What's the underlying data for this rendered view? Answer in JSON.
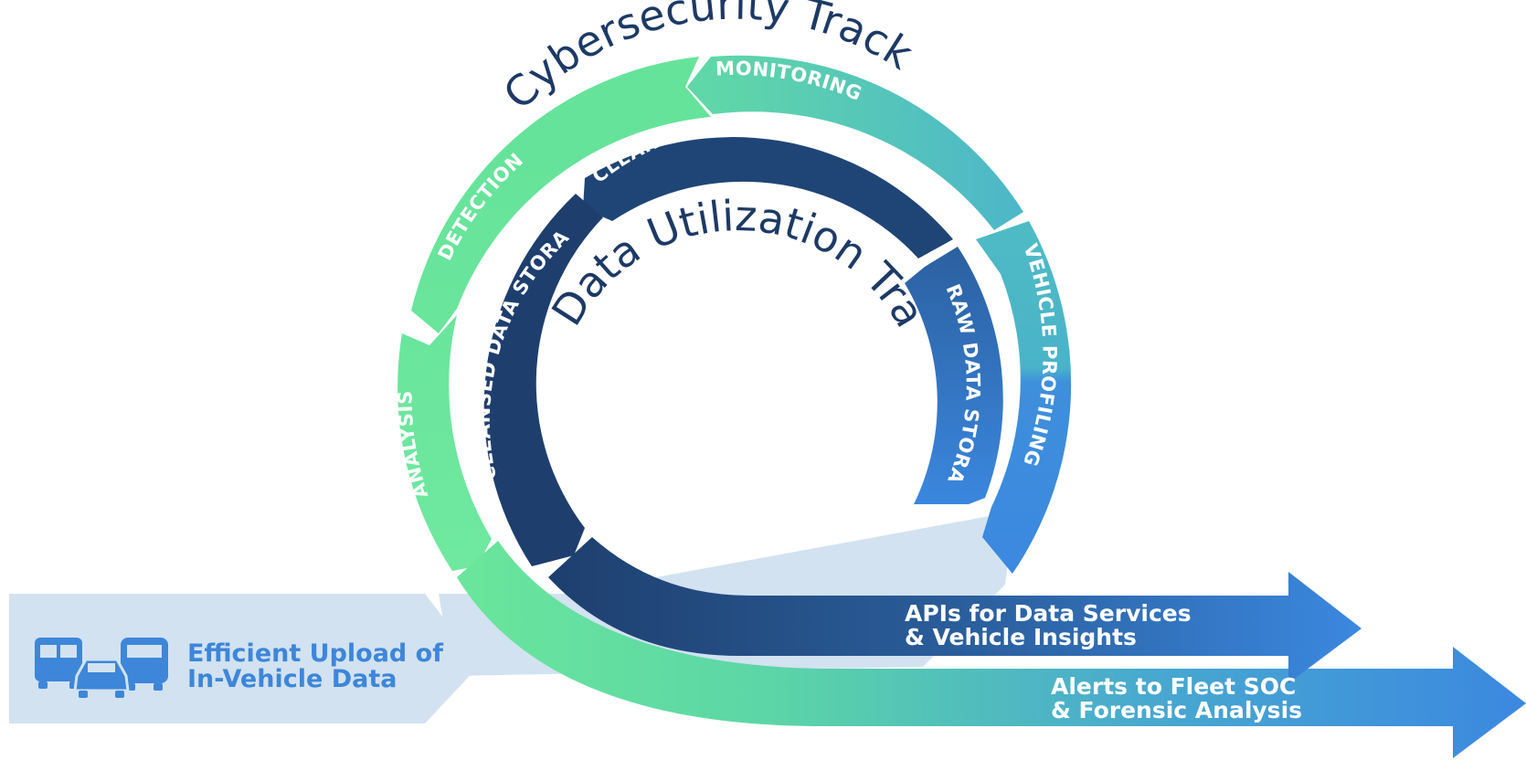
{
  "outer_track": {
    "title": "Cybersecurity Track",
    "segments": [
      "MONITORING",
      "VEHICLE PROFILING",
      "DETECTION",
      "ANALYSIS"
    ]
  },
  "inner_track": {
    "title": "Data Utilization Track",
    "segments": [
      "CLEANSING & NORMALISING",
      "RAW DATA STORAGE",
      "CLEANSED DATA STORAGE"
    ]
  },
  "input": {
    "line1": "Efficient Upload of",
    "line2": "In-Vehicle Data",
    "icons": [
      "bus-icon",
      "car-icon",
      "truck-icon"
    ]
  },
  "outputs": {
    "apis_line1": "APIs for Data Services",
    "apis_line2": "& Vehicle Insights",
    "alerts_line1": "Alerts to Fleet SOC",
    "alerts_line2": "& Forensic Analysis"
  },
  "colors": {
    "green": "#66e39a",
    "teal": "#4fbcc4",
    "blue": "#3b88e0",
    "navy": "#1e3f6e",
    "pale_blue": "#d2e2f0",
    "title": "#1d3a66"
  }
}
